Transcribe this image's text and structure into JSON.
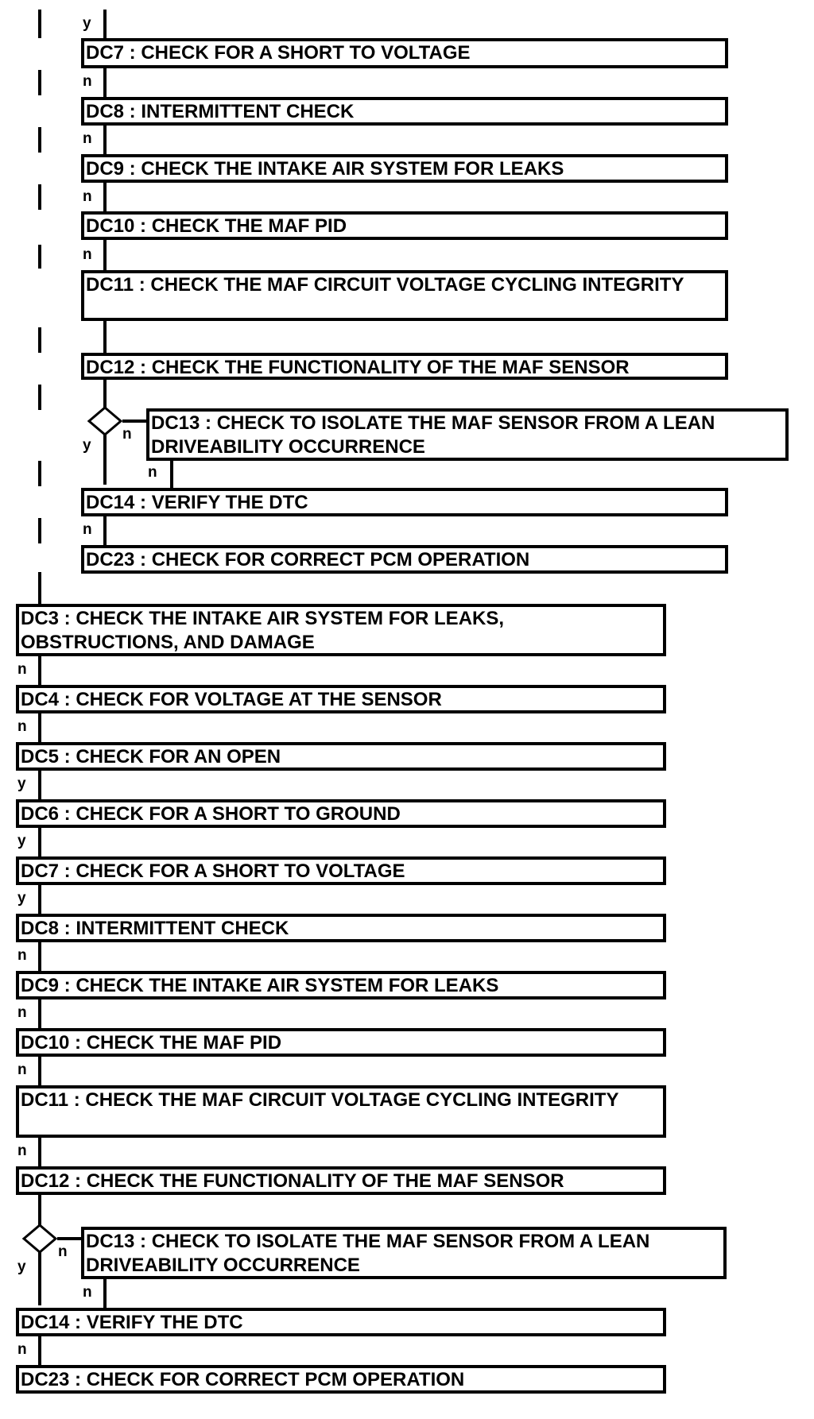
{
  "flowchart": {
    "steps": [
      "DC7 : CHECK FOR A SHORT TO VOLTAGE",
      "DC8 : INTERMITTENT CHECK",
      "DC9 : CHECK THE INTAKE AIR SYSTEM FOR LEAKS",
      "DC10 : CHECK THE MAF PID",
      "DC11 : CHECK THE MAF CIRCUIT VOLTAGE CYCLING INTEGRITY",
      "DC12 : CHECK THE FUNCTIONALITY OF THE MAF SENSOR",
      "DC13 : CHECK TO ISOLATE THE MAF SENSOR FROM A LEAN DRIVEABILITY OCCURRENCE",
      "DC14 : VERIFY THE DTC",
      "DC23 : CHECK FOR CORRECT PCM OPERATION",
      "DC3 : CHECK THE INTAKE AIR SYSTEM FOR LEAKS, OBSTRUCTIONS, AND DAMAGE",
      "DC4 : CHECK FOR VOLTAGE AT THE SENSOR",
      "DC5 : CHECK FOR AN OPEN",
      "DC6 : CHECK FOR A SHORT TO GROUND",
      "DC7 : CHECK FOR A SHORT TO VOLTAGE",
      "DC8 : INTERMITTENT CHECK",
      "DC9 : CHECK THE INTAKE AIR SYSTEM FOR LEAKS",
      "DC10 : CHECK THE MAF PID",
      "DC11 : CHECK THE MAF CIRCUIT VOLTAGE CYCLING INTEGRITY",
      "DC12 : CHECK THE FUNCTIONALITY OF THE MAF SENSOR",
      "DC13 : CHECK TO ISOLATE THE MAF SENSOR FROM A LEAN DRIVEABILITY OCCURRENCE",
      "DC14 : VERIFY THE DTC",
      "DC23 : CHECK FOR CORRECT PCM OPERATION"
    ],
    "branch_labels": [
      "y",
      "n",
      "n",
      "n",
      "n",
      "n",
      "y",
      "n",
      "n",
      "n",
      "n",
      "y",
      "y",
      "y",
      "n",
      "n",
      "n",
      "n",
      "y",
      "n",
      "n",
      "n"
    ]
  }
}
